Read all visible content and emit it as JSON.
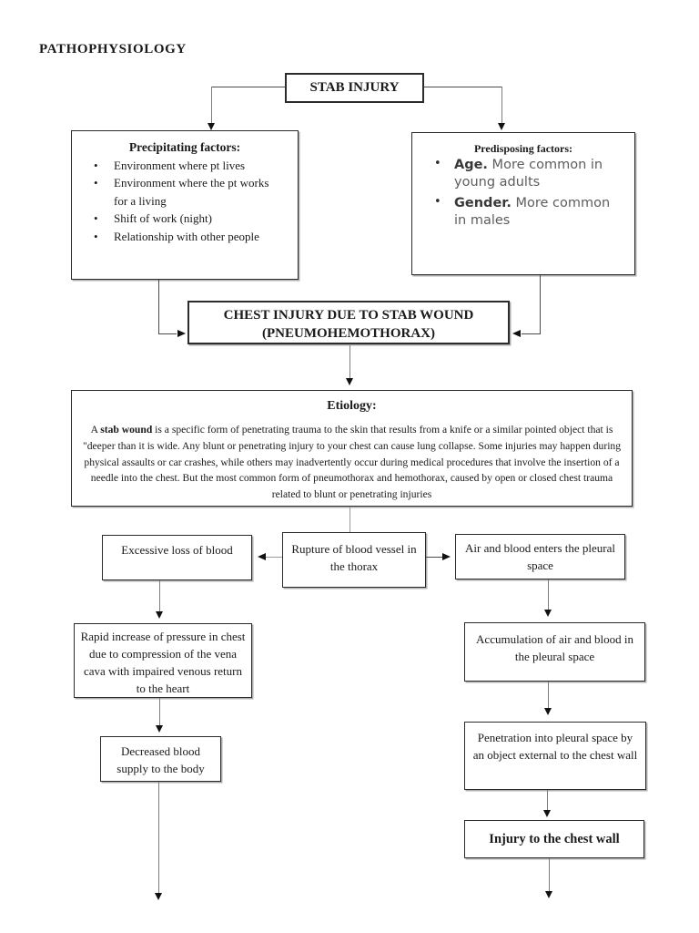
{
  "title": "PATHOPHYSIOLOGY",
  "flow": {
    "stab_injury": "STAB INJURY",
    "precipitating": {
      "title": "Precipitating factors:",
      "items": [
        "Environment where pt lives",
        "Environment where the pt works for a living",
        "Shift of work (night)",
        "Relationship with other people"
      ]
    },
    "predisposing": {
      "title": "Predisposing factors:",
      "items": [
        {
          "lead": "Age.",
          "text": " More common in young adults"
        },
        {
          "lead": "Gender.",
          "text": " More common in males"
        }
      ]
    },
    "chest_injury": {
      "line1": "CHEST INJURY DUE TO STAB WOUND",
      "line2": "(PNEUMOHEMOTHORAX)"
    },
    "etiology": {
      "title": "Etiology:",
      "intro": "A ",
      "bold": "stab wound",
      "body": " is a specific form of penetrating trauma to the skin that results from a knife or a similar pointed object that is \"deeper than it is wide. Any blunt or penetrating injury to your chest can cause lung collapse. Some injuries may happen during physical assaults or car crashes, while others may inadvertently occur during medical procedures that involve the insertion of a needle into the chest. But the most common form of pneumothorax and hemothorax, caused by open or closed chest trauma related to blunt or penetrating injuries"
    },
    "excessive_loss": "Excessive loss of blood",
    "rupture": "Rupture of blood vessel in the thorax",
    "air_blood": "Air and blood enters the pleural space",
    "rapid_increase": "Rapid increase of pressure in chest due to compression of the vena cava with impaired venous return to the heart",
    "decreased_supply": "Decreased blood supply to the body",
    "accumulation": "Accumulation of air and blood in the pleural space",
    "penetration": "Penetration into pleural space by an object external to the chest wall",
    "injury_wall": "Injury to the chest wall"
  },
  "colors": {
    "background": "#ffffff",
    "text": "#1a1a1a",
    "muted_text": "#5d5d5d",
    "border": "#2b2b2b",
    "line": "#7d7d7d",
    "arrow": "#111111"
  }
}
